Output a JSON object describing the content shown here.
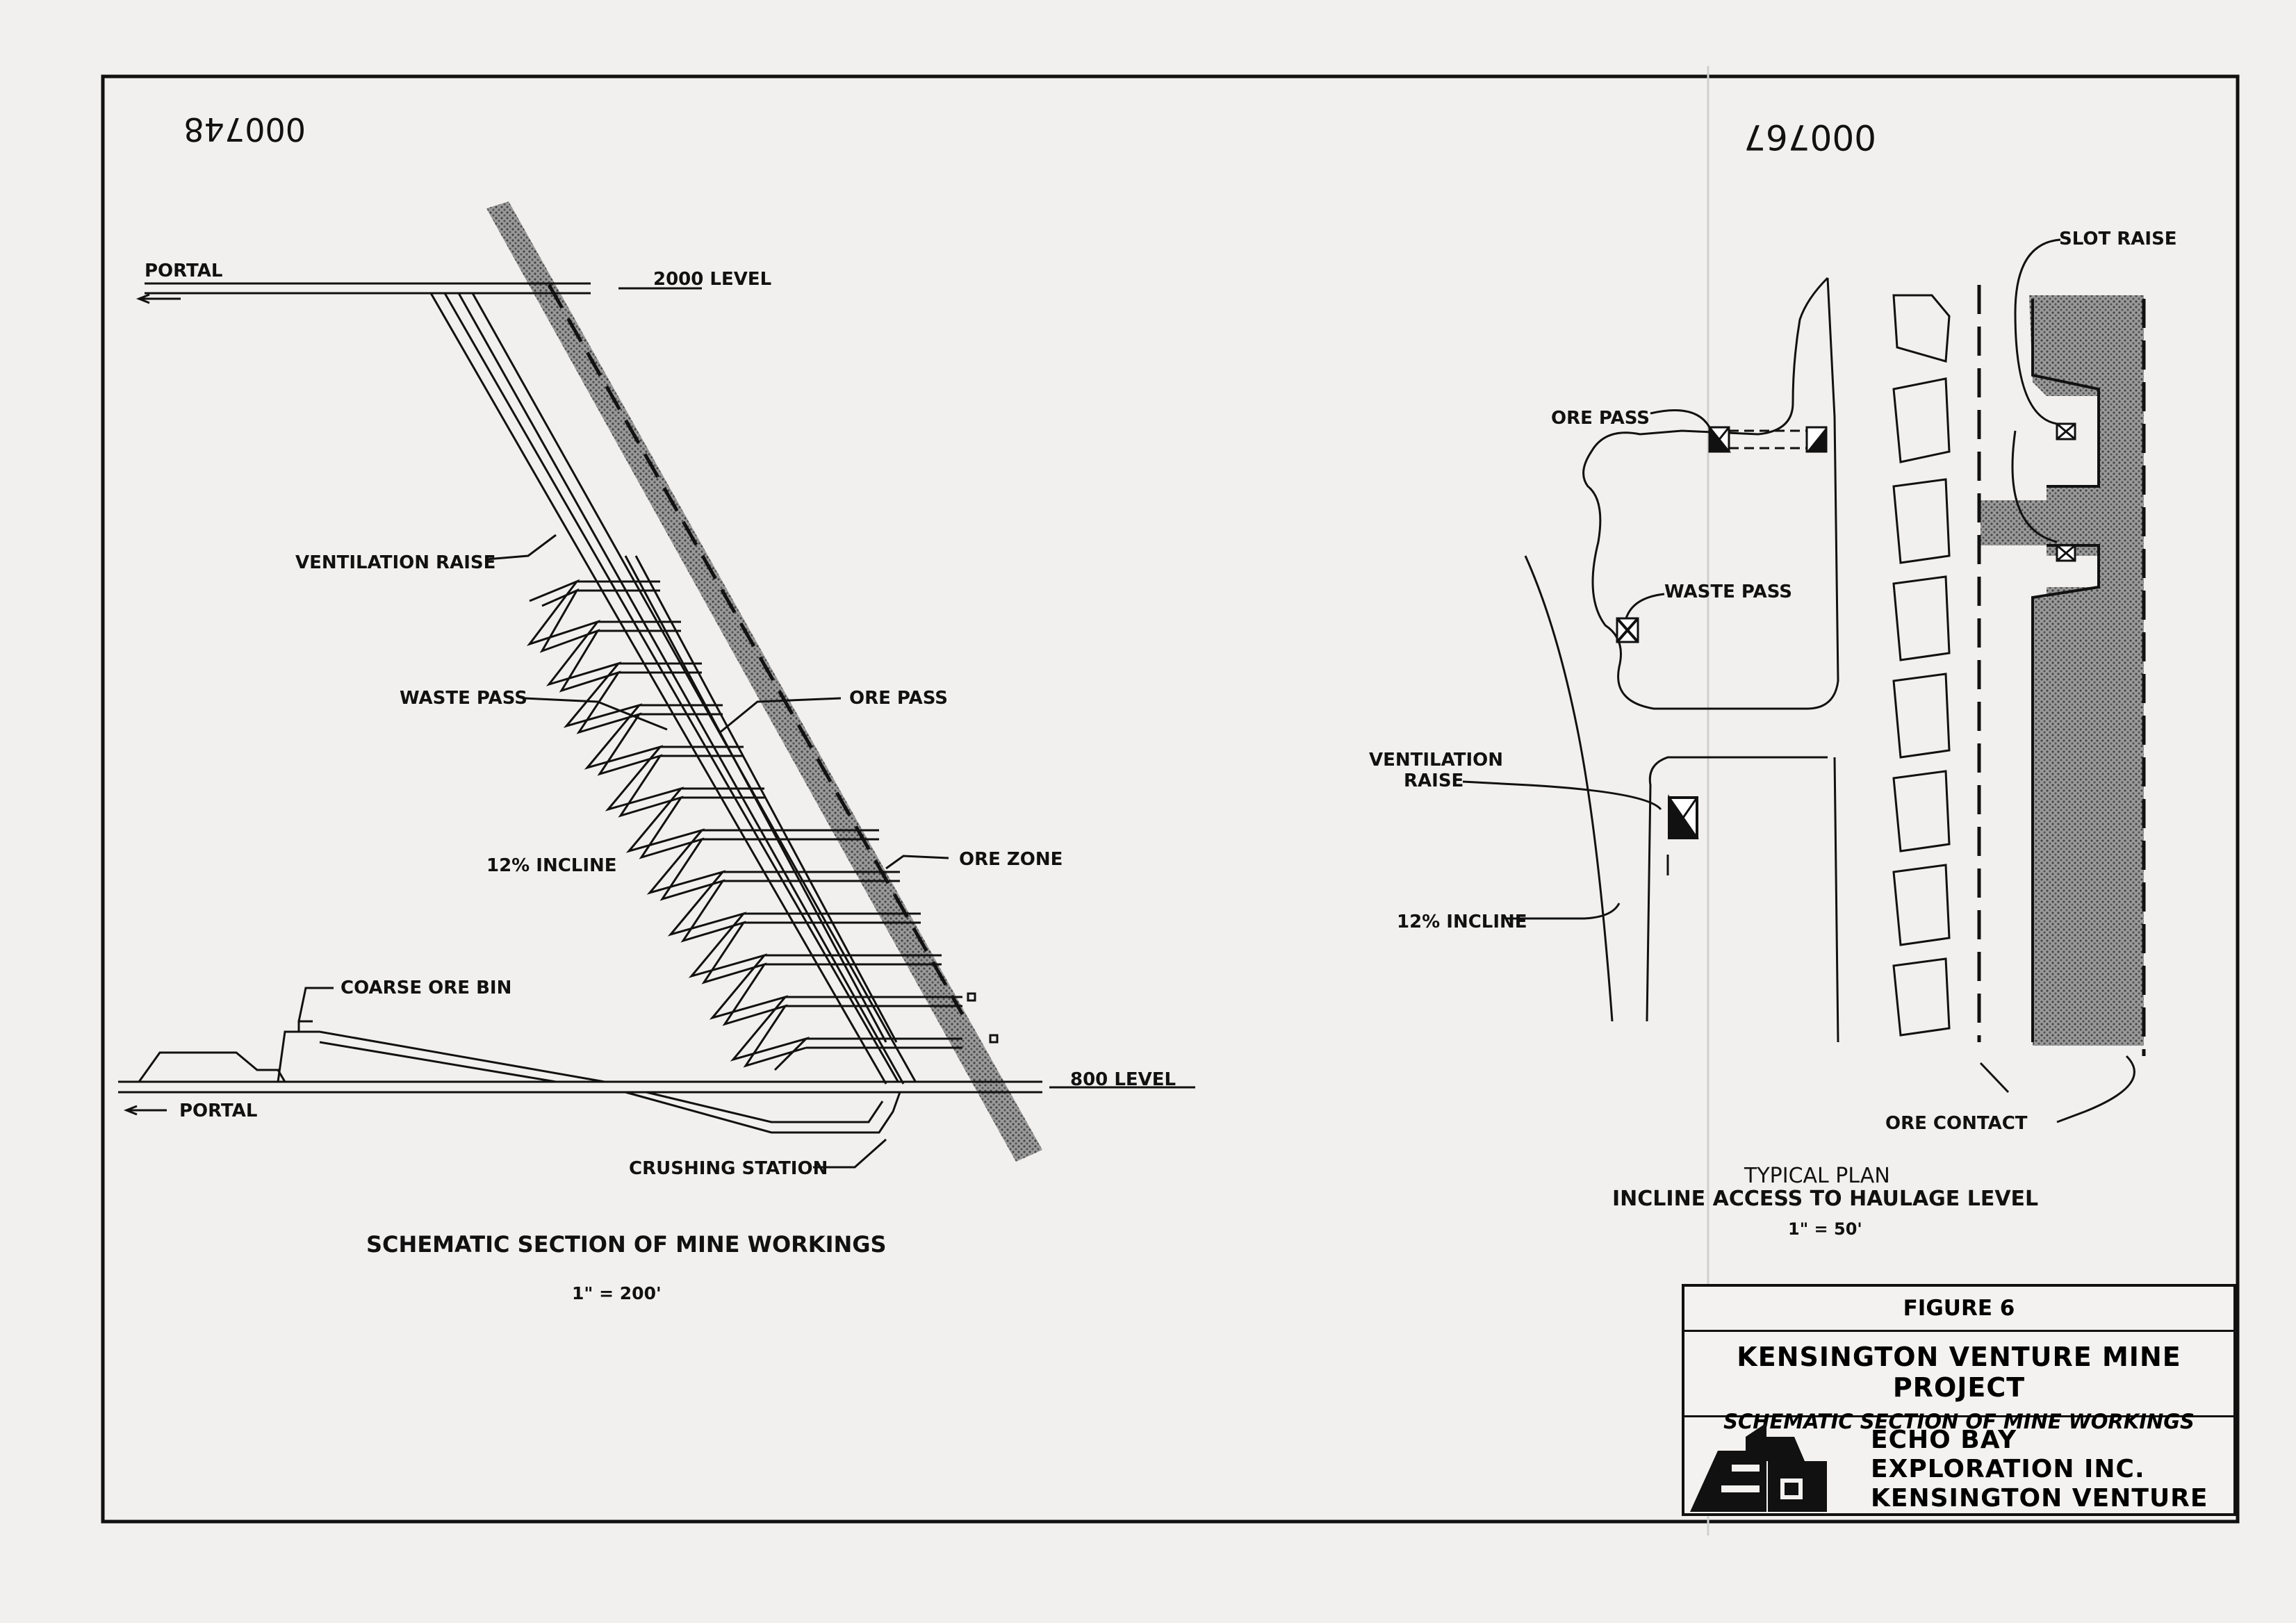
{
  "stamps": {
    "left": "000748",
    "right": "000767"
  },
  "section": {
    "portal_top": "PORTAL",
    "level_2000": "2000 LEVEL",
    "ventilation_raise": "VENTILATION RAISE",
    "waste_pass": "WASTE PASS",
    "ore_pass": "ORE PASS",
    "incline": "12% INCLINE",
    "ore_zone": "ORE ZONE",
    "coarse_ore_bin": "COARSE ORE BIN",
    "level_800": "800 LEVEL",
    "portal_bottom": "PORTAL",
    "crushing_station": "CRUSHING STATION",
    "title": "SCHEMATIC SECTION OF MINE WORKINGS",
    "scale": "1\" = 200'"
  },
  "plan": {
    "slot_raise": "SLOT RAISE",
    "ore_pass": "ORE PASS",
    "waste_pass": "WASTE PASS",
    "ventilation_raise_line1": "VENTILATION",
    "ventilation_raise_line2": "RAISE",
    "incline": "12% INCLINE",
    "ore_contact": "ORE CONTACT",
    "title_line1": "TYPICAL PLAN",
    "title_line2": "INCLINE ACCESS TO HAULAGE LEVEL",
    "scale": "1\" = 50'"
  },
  "title_block": {
    "figure": "FIGURE 6",
    "project": "KENSINGTON VENTURE MINE PROJECT",
    "subtitle": "SCHEMATIC SECTION OF MINE WORKINGS",
    "company_line1": "ECHO BAY",
    "company_line2": "EXPLORATION INC.",
    "company_line3": "KENSINGTON VENTURE"
  }
}
